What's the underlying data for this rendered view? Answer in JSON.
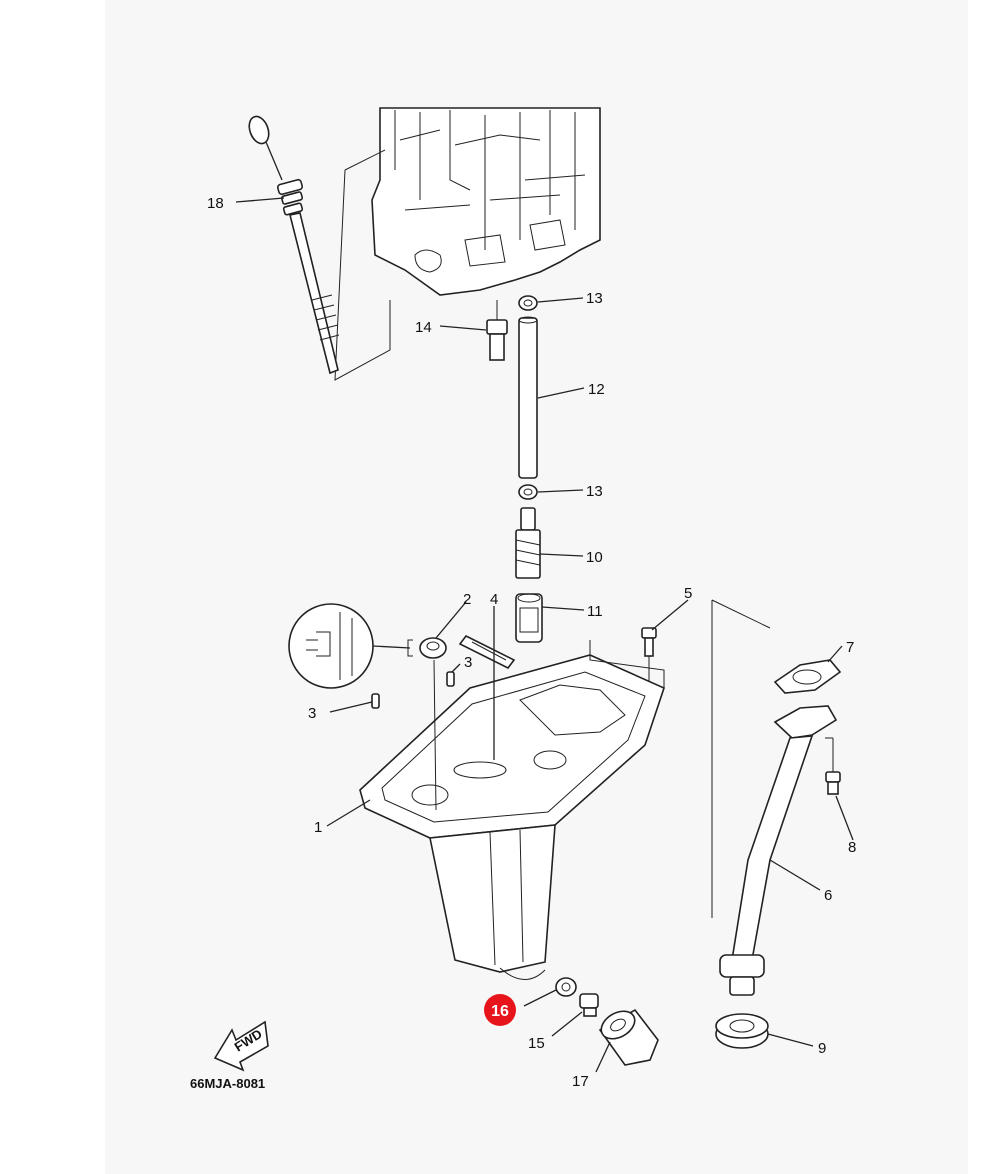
{
  "callouts": [
    {
      "id": "c18",
      "text": "18"
    },
    {
      "id": "c14",
      "text": "14"
    },
    {
      "id": "c13a",
      "text": "13"
    },
    {
      "id": "c12",
      "text": "12"
    },
    {
      "id": "c13b",
      "text": "13"
    },
    {
      "id": "c10",
      "text": "10"
    },
    {
      "id": "c11",
      "text": "11"
    },
    {
      "id": "c2",
      "text": "2"
    },
    {
      "id": "c4",
      "text": "4"
    },
    {
      "id": "c5",
      "text": "5"
    },
    {
      "id": "c7",
      "text": "7"
    },
    {
      "id": "c3a",
      "text": "3"
    },
    {
      "id": "c3b",
      "text": "3"
    },
    {
      "id": "c1",
      "text": "1"
    },
    {
      "id": "c8",
      "text": "8"
    },
    {
      "id": "c6",
      "text": "6"
    },
    {
      "id": "c9",
      "text": "9"
    },
    {
      "id": "c15",
      "text": "15"
    },
    {
      "id": "c17",
      "text": "17"
    }
  ],
  "highlight": {
    "text": "16",
    "color": "#e8141c"
  },
  "fwd_label": "FWD",
  "diagram_code": "66MJA-8081"
}
